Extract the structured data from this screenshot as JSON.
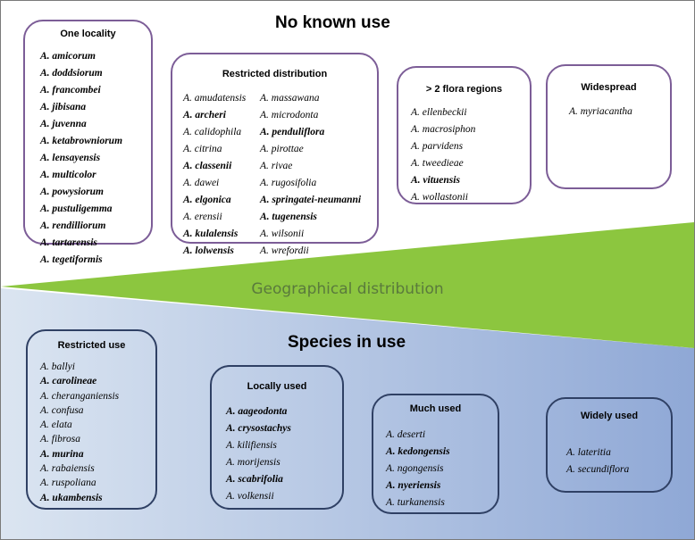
{
  "titles": {
    "top": "No known use",
    "bottom": "Species in use",
    "middle": "Geographical distribution"
  },
  "colors": {
    "top_box_border": "#7c5d97",
    "bottom_box_border": "#2f4064",
    "wedge_fill": "#8cc63f",
    "bottom_band_start": "#dbe5f1",
    "bottom_band_end": "#8fa8d6"
  },
  "top_groups": [
    {
      "title": "One locality",
      "species": [
        {
          "name": "A. amicorum",
          "bold": true
        },
        {
          "name": "A. doddsiorum",
          "bold": true
        },
        {
          "name": "A. francombei",
          "bold": true
        },
        {
          "name": "A. jibisana",
          "bold": true
        },
        {
          "name": "A. juvenna",
          "bold": true
        },
        {
          "name": "A. ketabrowniorum",
          "bold": true
        },
        {
          "name": "A. lensayensis",
          "bold": true
        },
        {
          "name": "A. multicolor",
          "bold": true
        },
        {
          "name": "A. powysiorum",
          "bold": true
        },
        {
          "name": "A. pustuligemma",
          "bold": true
        },
        {
          "name": "A. rendilliorum",
          "bold": true
        },
        {
          "name": "A. tartarensis",
          "bold": true
        },
        {
          "name": "A. tegetiformis",
          "bold": true
        }
      ]
    },
    {
      "title": "Restricted distribution",
      "species_col1": [
        {
          "name": "A. amudatensis",
          "bold": false
        },
        {
          "name": "A. archeri",
          "bold": true
        },
        {
          "name": "A. calidophila",
          "bold": false
        },
        {
          "name": "A. citrina",
          "bold": false
        },
        {
          "name": "A. classenii",
          "bold": true
        },
        {
          "name": "A. dawei",
          "bold": false
        },
        {
          "name": "A. elgonica",
          "bold": true
        },
        {
          "name": "A. erensii",
          "bold": false
        },
        {
          "name": "A. kulalensis",
          "bold": true
        },
        {
          "name": "A. lolwensis",
          "bold": true
        }
      ],
      "species_col2": [
        {
          "name": "A. massawana",
          "bold": false
        },
        {
          "name": "A. microdonta",
          "bold": false
        },
        {
          "name": "A. penduliflora",
          "bold": true
        },
        {
          "name": "A. pirottae",
          "bold": false
        },
        {
          "name": "A. rivae",
          "bold": false
        },
        {
          "name": "A. rugosifolia",
          "bold": false
        },
        {
          "name": "A. springatei-neumanni",
          "bold": true
        },
        {
          "name": "A. tugenensis",
          "bold": true
        },
        {
          "name": "A. wilsonii",
          "bold": false
        },
        {
          "name": "A. wrefordii",
          "bold": false
        }
      ]
    },
    {
      "title": "> 2 flora regions",
      "species": [
        {
          "name": "A. ellenbeckii",
          "bold": false
        },
        {
          "name": "A. macrosiphon",
          "bold": false
        },
        {
          "name": "A. parvidens",
          "bold": false
        },
        {
          "name": "A. tweedieae",
          "bold": false
        },
        {
          "name": "A. vituensis",
          "bold": true
        },
        {
          "name": "A. wollastonii",
          "bold": false
        }
      ]
    },
    {
      "title": "Widespread",
      "species": [
        {
          "name": "A. myriacantha",
          "bold": false
        }
      ]
    }
  ],
  "bottom_groups": [
    {
      "title": "Restricted use",
      "species": [
        {
          "name": "A. ballyi",
          "bold": false
        },
        {
          "name": "A. carolineae",
          "bold": true
        },
        {
          "name": "A. cheranganiensis",
          "bold": false
        },
        {
          "name": "A. confusa",
          "bold": false
        },
        {
          "name": "A. elata",
          "bold": false
        },
        {
          "name": "A. fibrosa",
          "bold": false
        },
        {
          "name": "A. murina",
          "bold": true
        },
        {
          "name": "A. rabaiensis",
          "bold": false
        },
        {
          "name": "A. ruspoliana",
          "bold": false
        },
        {
          "name": "A. ukambensis",
          "bold": true
        }
      ]
    },
    {
      "title": "Locally used",
      "species": [
        {
          "name": "A. aageodonta",
          "bold": true
        },
        {
          "name": "A. crysostachys",
          "bold": true
        },
        {
          "name": "A. kilifiensis",
          "bold": false
        },
        {
          "name": "A. morijensis",
          "bold": false
        },
        {
          "name": "A. scabrifolia",
          "bold": true
        },
        {
          "name": "A. volkensii",
          "bold": false
        }
      ]
    },
    {
      "title": "Much used",
      "species": [
        {
          "name": "A. deserti",
          "bold": false
        },
        {
          "name": "A. kedongensis",
          "bold": true
        },
        {
          "name": "A. ngongensis",
          "bold": false
        },
        {
          "name": "A. nyeriensis",
          "bold": true
        },
        {
          "name": "A. turkanensis",
          "bold": false
        }
      ]
    },
    {
      "title": "Widely used",
      "species": [
        {
          "name": "A. lateritia",
          "bold": false
        },
        {
          "name": "A. secundiflora",
          "bold": false
        }
      ]
    }
  ]
}
